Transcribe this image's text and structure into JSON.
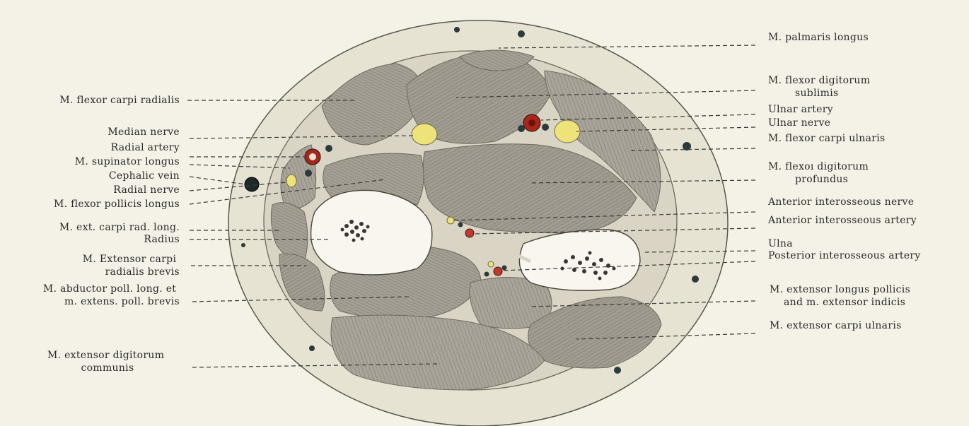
{
  "colors": {
    "paper": "#f4f1e6",
    "skin": "#e7e3d2",
    "muscle": "#a6a196",
    "muscle_dark": "#8f8a80",
    "bone": "#f8f6ee",
    "marrow": "#3a3632",
    "nerve": "#eee37a",
    "artery": "#a8261c",
    "vein": "#2a3b3a"
  },
  "labels_left": [
    {
      "id": "flexor-carpi-radialis",
      "lines": [
        "M. flexor carpi radialis"
      ]
    },
    {
      "id": "median-nerve",
      "lines": [
        "Median nerve"
      ]
    },
    {
      "id": "radial-artery",
      "lines": [
        "Radial artery"
      ]
    },
    {
      "id": "supinator-longus",
      "lines": [
        "M. supinator longus"
      ]
    },
    {
      "id": "cephalic-vein",
      "lines": [
        "Cephalic vein"
      ]
    },
    {
      "id": "radial-nerve",
      "lines": [
        "Radial nerve"
      ]
    },
    {
      "id": "flexor-pollicis-longus",
      "lines": [
        "M. flexor pollicis longus"
      ]
    },
    {
      "id": "ext-carpi-rad-long",
      "lines": [
        "M. ext. carpi rad. long."
      ]
    },
    {
      "id": "radius",
      "lines": [
        "Radius"
      ]
    },
    {
      "id": "extensor-carpi-radialis-brevis",
      "lines": [
        "M. Extensor carpi",
        "radialis brevis"
      ]
    },
    {
      "id": "abductor-poll-long",
      "lines": [
        "M. abductor poll. long. et",
        "m. extens. poll. brevis"
      ]
    },
    {
      "id": "extensor-digitorum-communis",
      "lines": [
        "M. extensor digitorum",
        "communis"
      ]
    }
  ],
  "labels_right": [
    {
      "id": "palmaris-longus",
      "lines": [
        "M. palmaris longus"
      ]
    },
    {
      "id": "flexor-digitorum-sublimis",
      "lines": [
        "M. flexor digitorum",
        "sublimis"
      ]
    },
    {
      "id": "ulnar-artery",
      "lines": [
        "Ulnar artery"
      ]
    },
    {
      "id": "ulnar-nerve",
      "lines": [
        "Ulnar nerve"
      ]
    },
    {
      "id": "flexor-carpi-ulnaris",
      "lines": [
        "M. flexor carpi ulnaris"
      ]
    },
    {
      "id": "flexor-digitorum-profundus",
      "lines": [
        "M. flexoı digitorum",
        "profundus"
      ]
    },
    {
      "id": "anterior-interosseous-nerve",
      "lines": [
        "Anterior interosseous nerve"
      ]
    },
    {
      "id": "anterior-interosseous-artery",
      "lines": [
        "Anterior interosseous artery"
      ]
    },
    {
      "id": "ulna",
      "lines": [
        "Ulna"
      ]
    },
    {
      "id": "posterior-interosseous-artery",
      "lines": [
        "Posterior interosseous artery"
      ]
    },
    {
      "id": "extensor-longus-pollicis",
      "lines": [
        "M. extensor longus pollicis",
        "and m. extensor indicis"
      ]
    },
    {
      "id": "extensor-carpi-ulnaris",
      "lines": [
        "M. extensor carpi ulnaris"
      ]
    }
  ]
}
